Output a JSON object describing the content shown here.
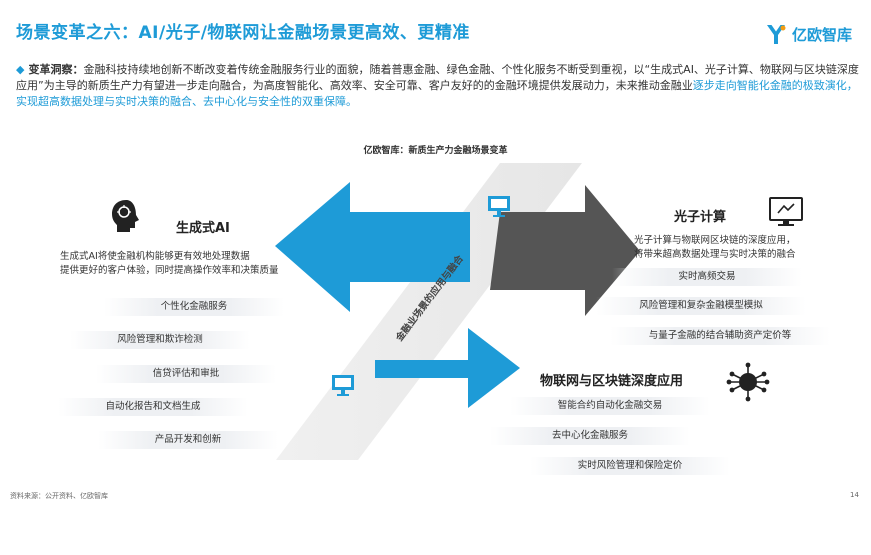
{
  "header": {
    "title": "场景变革之六：AI/光子/物联网让金融场景更高效、更精准",
    "logo_text": "亿欧智库"
  },
  "intro": {
    "bullet": "◆",
    "lead": "变革洞察：",
    "text1": "金融科技持续地创新不断改变着传统金融服务行业的面貌，随着普惠金融、绿色金融、个性化服务不断受到重视，以“生成式AI、光子计算、物联网与区块链深度应用”为主导的新质生产力有望进一步走向融合，为高度智能化、高效率、安全可靠、客户友好的的金融环境提供发展动力，未来推动金融业",
    "highlight": "逐步走向智能化金融的极致演化，实现超高数据处理与实时决策的融合、去中心化与安全性的双重保障。"
  },
  "figure": {
    "subtitle": "亿欧智库：新质生产力金融场景变革",
    "diagonal_label": "金融业场景的应用与融合",
    "genai": {
      "title": "生成式AI",
      "desc_line1": "生成式AI将使金融机构能够更有效地处理数据",
      "desc_line2": "提供更好的客户体验，同时提高操作效率和决策质量",
      "items": [
        "个性化金融服务",
        "风险管理和欺诈检测",
        "信贷评估和审批",
        "自动化报告和文档生成",
        "产品开发和创新"
      ]
    },
    "photonic": {
      "title": "光子计算",
      "desc_line1": "光子计算与物联网区块链的深度应用，",
      "desc_line2": "将带来超高数据处理与实时决策的融合",
      "items": [
        "实时高频交易",
        "风险管理和复杂金融模型模拟",
        "与量子金融的结合辅助资产定价等"
      ]
    },
    "iot": {
      "title": "物联网与区块链深度应用",
      "items": [
        "智能合约自动化金融交易",
        "去中心化金融服务",
        "实时风险管理和保险定价"
      ]
    }
  },
  "footer": {
    "source": "资料来源：公开资料、亿欧智库",
    "page": "14"
  },
  "colors": {
    "accent_blue": "#1e9bd7",
    "arrow_gray": "#555555",
    "band_gray": "#eeeeee"
  }
}
